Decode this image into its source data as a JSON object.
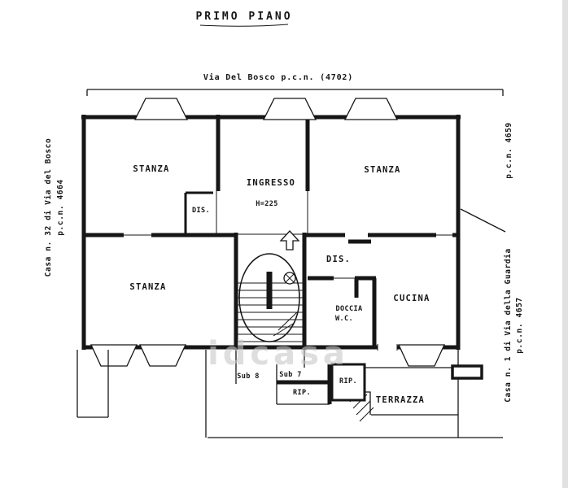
{
  "title": "PRIMO PIANO",
  "annotations": {
    "street": "Via Del Bosco p.c.n. (4702)",
    "left_parcel_line1": "Casa n. 32 di Via del Bosco",
    "left_parcel_line2": "p.c.n. 4664",
    "right_parcel_top": "p.c.n. 4659",
    "right_parcel_line1": "Casa n. 1 di Via della Guardia",
    "right_parcel_line2": "p.c.n. 4657",
    "height_note": "H=225",
    "sub_8": "Sub 8",
    "sub_7": "Sub 7"
  },
  "rooms": {
    "stanza_top_left": "STANZA",
    "ingresso": "INGRESSO",
    "stanza_top_right": "STANZA",
    "dis_left": "DIS.",
    "stanza_bottom_left": "STANZA",
    "dis_right": "DIS.",
    "doccia_line1": "DOCCIA",
    "doccia_line2": "W.C.",
    "cucina": "CUCINA",
    "rip_left": "RIP.",
    "rip_right": "RIP.",
    "terrazza": "TERRAZZA"
  },
  "watermark": "idcasa",
  "colors": {
    "line": "#161616",
    "background": "#ffffff",
    "watermark": "#c9c9c9"
  }
}
